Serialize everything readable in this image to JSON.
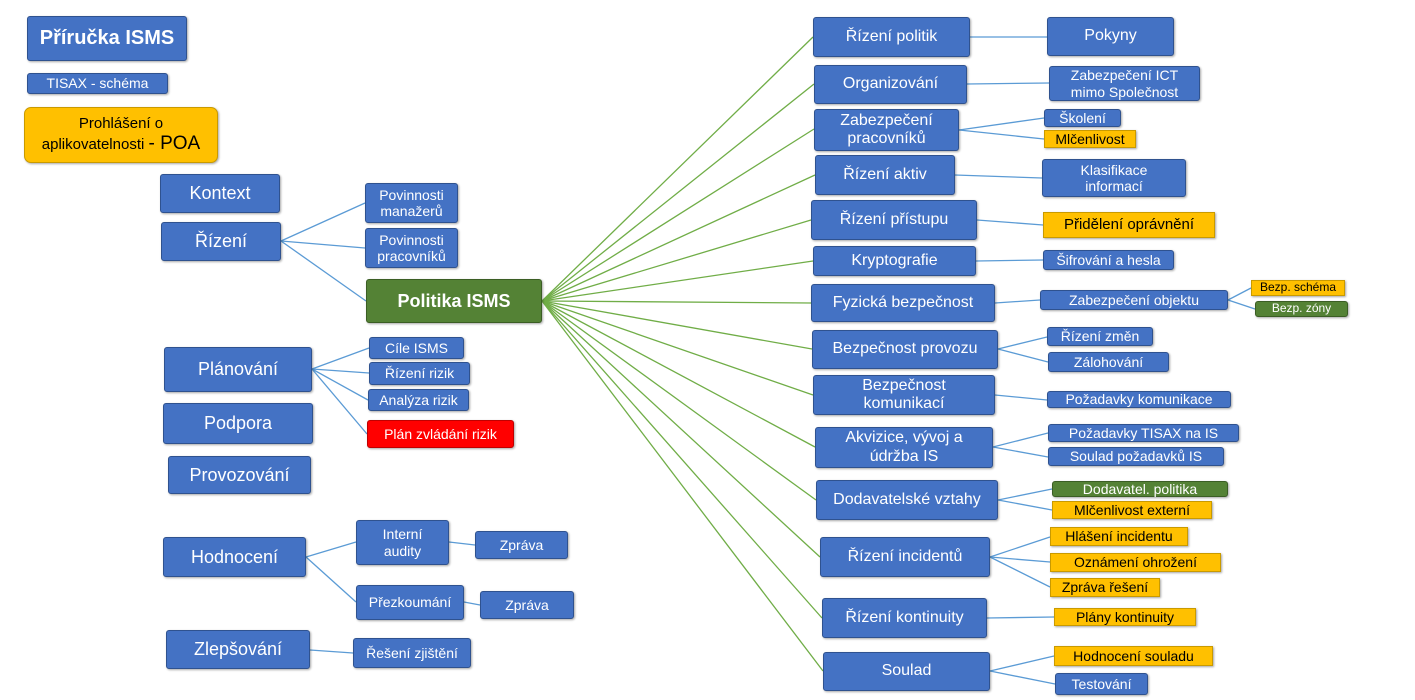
{
  "header": {
    "title": "Příručka ISMS",
    "tisax_link": "TISAX - schéma",
    "poa_line1": "Prohlášení o",
    "poa_line2": "aplikovatelnosti",
    "poa_suffix": "- POA"
  },
  "center": "Politika ISMS",
  "left": {
    "kontext": "Kontext",
    "rizeni": "Řízení",
    "povinnosti_manazeru_1": "Povinnosti",
    "povinnosti_manazeru_2": "manažerů",
    "povinnosti_pracovniku_1": "Povinnosti",
    "povinnosti_pracovniku_2": "pracovníků",
    "planovani": "Plánování",
    "cile_isms": "Cíle ISMS",
    "rizeni_rizik": "Řízení rizik",
    "analyza_rizik": "Analýza rizik",
    "plan_zvladani_rizik": "Plán zvládání rizik",
    "podpora": "Podpora",
    "provozovani": "Provozování",
    "hodnoceni": "Hodnocení",
    "interni_audity_1": "Interní",
    "interni_audity_2": "audity",
    "zprava_1": "Zpráva",
    "prezkoumani": "Přezkoumání",
    "zprava_2": "Zpráva",
    "zlepsovani": "Zlepšování",
    "reseni_zjisteni": "Řešení zjištění"
  },
  "right": {
    "rizeni_politik": "Řízení politik",
    "pokyny": "Pokyny",
    "organizovani": "Organizování",
    "zabezpeceni_ict_1": "Zabezpečení ICT",
    "zabezpeceni_ict_2": "mimo Společnost",
    "zabezpeceni_pracovniku_1": "Zabezpečení",
    "zabezpeceni_pracovniku_2": "pracovníků",
    "skoleni": "Školení",
    "mlcenlivost": "Mlčenlivost",
    "rizeni_aktiv": "Řízení aktiv",
    "klasifikace_1": "Klasifikace",
    "klasifikace_2": "informací",
    "rizeni_pristupu": "Řízení přístupu",
    "prideleni_opravneni": "Přidělení oprávnění",
    "kryptografie": "Kryptografie",
    "sifrovani": "Šifrování a hesla",
    "fyzicka_bezpecnost": "Fyzická bezpečnost",
    "zabezpeceni_objektu": "Zabezpečení objektu",
    "bezp_schema": "Bezp. schéma",
    "bezp_zony": "Bezp. zóny",
    "bezpecnost_provozu": "Bezpečnost provozu",
    "rizeni_zmen": "Řízení změn",
    "zalohovani": "Zálohování",
    "bezpecnost_komunikaci_1": "Bezpečnost",
    "bezpecnost_komunikaci_2": "komunikací",
    "pozadavky_komunikace": "Požadavky komunikace",
    "akvizice_1": "Akvizice, vývoj a",
    "akvizice_2": "údržba IS",
    "pozadavky_tisax": "Požadavky TISAX na IS",
    "soulad_pozadavku": "Soulad požadavků IS",
    "dodavatelske_vztahy": "Dodavatelské vztahy",
    "dodavatel_politika": "Dodavatel. politika",
    "mlcenlivost_externi": "Mlčenlivost externí",
    "rizeni_incidentu": "Řízení incidentů",
    "hlaseni_incidentu": "Hlášení incidentu",
    "oznameni_ohrozeni": "Oznámení ohrožení",
    "zprava_reseni": "Zpráva řešení",
    "rizeni_kontinuity": "Řízení kontinuity",
    "plany_kontinuity": "Plány kontinuity",
    "soulad": "Soulad",
    "hodnoceni_souladu": "Hodnocení souladu",
    "testovani": "Testování"
  },
  "colors": {
    "blue": "#4472c4",
    "green": "#548235",
    "yellow": "#ffc000",
    "red": "#ff0000",
    "connector_green": "#70ad47",
    "connector_blue": "#5b9bd5"
  }
}
